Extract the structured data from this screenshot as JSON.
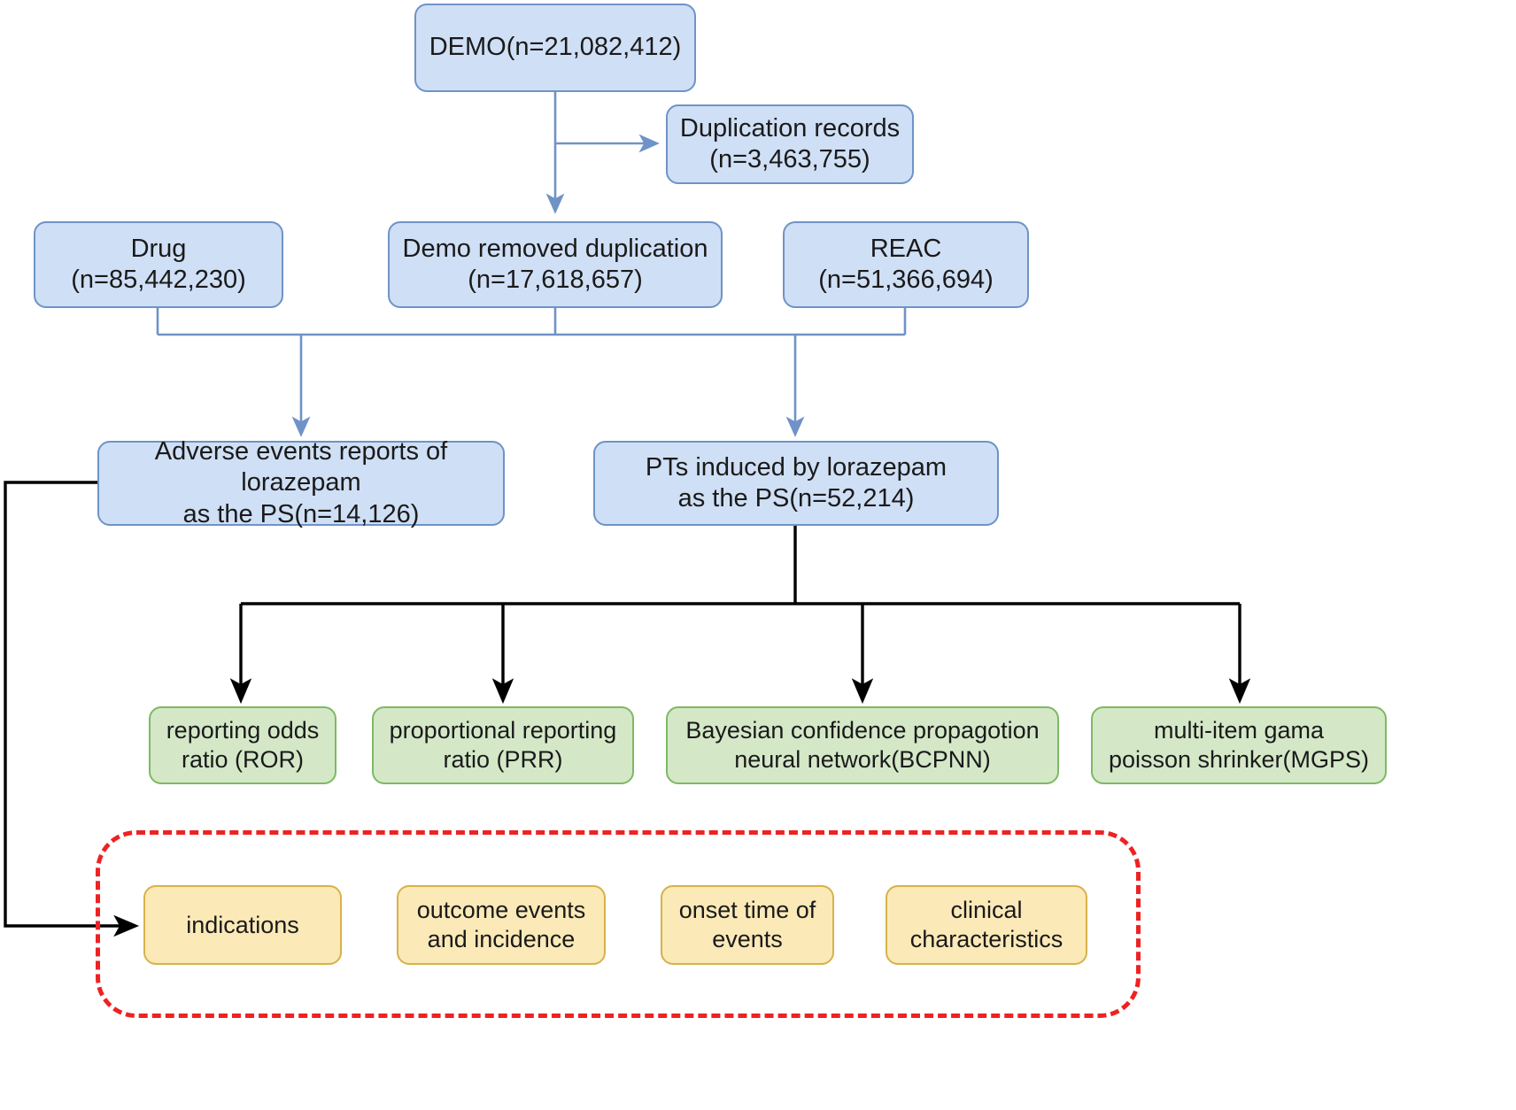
{
  "diagram": {
    "title": "FAERS lorazepam pharmacovigilance data flow",
    "colors": {
      "blue_fill": "#cfdff5",
      "blue_stroke": "#6f93c7",
      "green_fill": "#d4e8c8",
      "green_stroke": "#7eb963",
      "yellow_fill": "#fbe9b7",
      "yellow_stroke": "#d7b249",
      "blue_arrow": "#6f93c7",
      "black_arrow": "#000000",
      "dashed_group": "#ee2222"
    },
    "nodes": {
      "demo": {
        "label": "DEMO(n=21,082,412)"
      },
      "duplication_records": {
        "label": "Duplication records\n(n=3,463,755)"
      },
      "drug": {
        "label": "Drug\n(n=85,442,230)"
      },
      "demo_removed_duplication": {
        "label": "Demo removed duplication\n(n=17,618,657)"
      },
      "reac": {
        "label": "REAC\n(n=51,366,694)"
      },
      "adverse_events": {
        "label": "Adverse events reports of lorazepam\nas the PS(n=14,126)"
      },
      "pts_induced": {
        "label": "PTs induced by lorazepam\nas the PS(n=52,214)"
      },
      "ror": {
        "label": "reporting odds\nratio (ROR)"
      },
      "prr": {
        "label": "proportional reporting\nratio (PRR)"
      },
      "bcpnn": {
        "label": "Bayesian confidence propagotion\nneural network(BCPNN)"
      },
      "mgps": {
        "label": "multi-item gama\npoisson shrinker(MGPS)"
      },
      "indications": {
        "label": "indications"
      },
      "outcome_events": {
        "label": "outcome events\nand incidence"
      },
      "onset_time": {
        "label": "onset time of\nevents"
      },
      "clinical_characteristics": {
        "label": "clinical\ncharacteristics"
      }
    }
  }
}
